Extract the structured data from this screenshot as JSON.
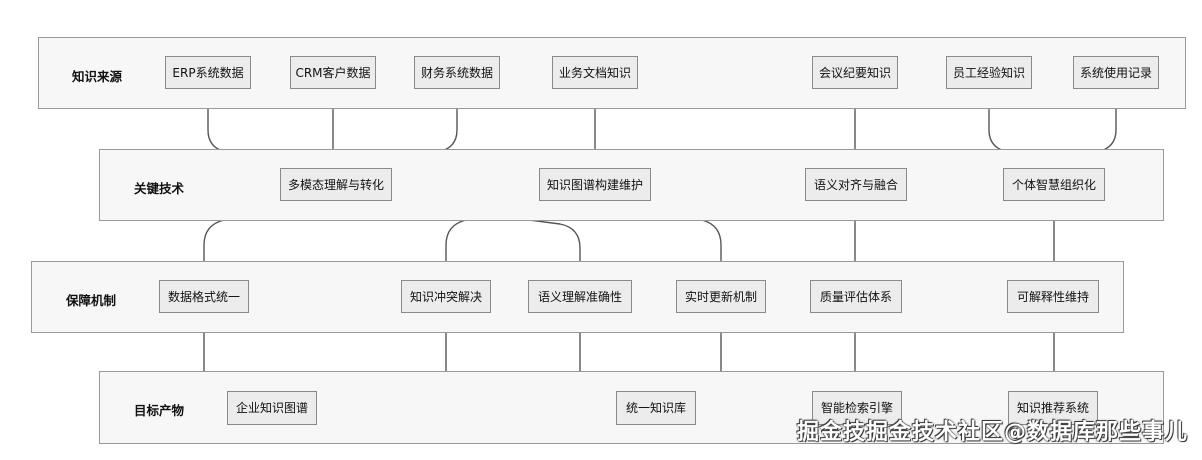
{
  "layers": {
    "sources": "知识来源",
    "tech": "关键技术",
    "guarantee": "保障机制",
    "output": "目标产物"
  },
  "nodes": {
    "erp": "ERP系统数据",
    "crm": "CRM客户数据",
    "finance": "财务系统数据",
    "bizdoc": "业务文档知识",
    "meeting": "会议纪要知识",
    "staff": "员工经验知识",
    "usage": "系统使用记录",
    "multimodal": "多模态理解与转化",
    "kg_build": "知识图谱构建维护",
    "semantic_align": "语义对齐与融合",
    "individual": "个体智慧组织化",
    "format": "数据格式统一",
    "conflict": "知识冲突解决",
    "accuracy": "语义理解准确性",
    "realtime": "实时更新机制",
    "quality": "质量评估体系",
    "explain": "可解释性维持",
    "ent_kg": "企业知识图谱",
    "unified_kb": "统一知识库",
    "search": "智能检索引擎",
    "recommend": "知识推荐系统"
  },
  "watermark": "掘金技掘金技术社区@数据库那些事儿"
}
